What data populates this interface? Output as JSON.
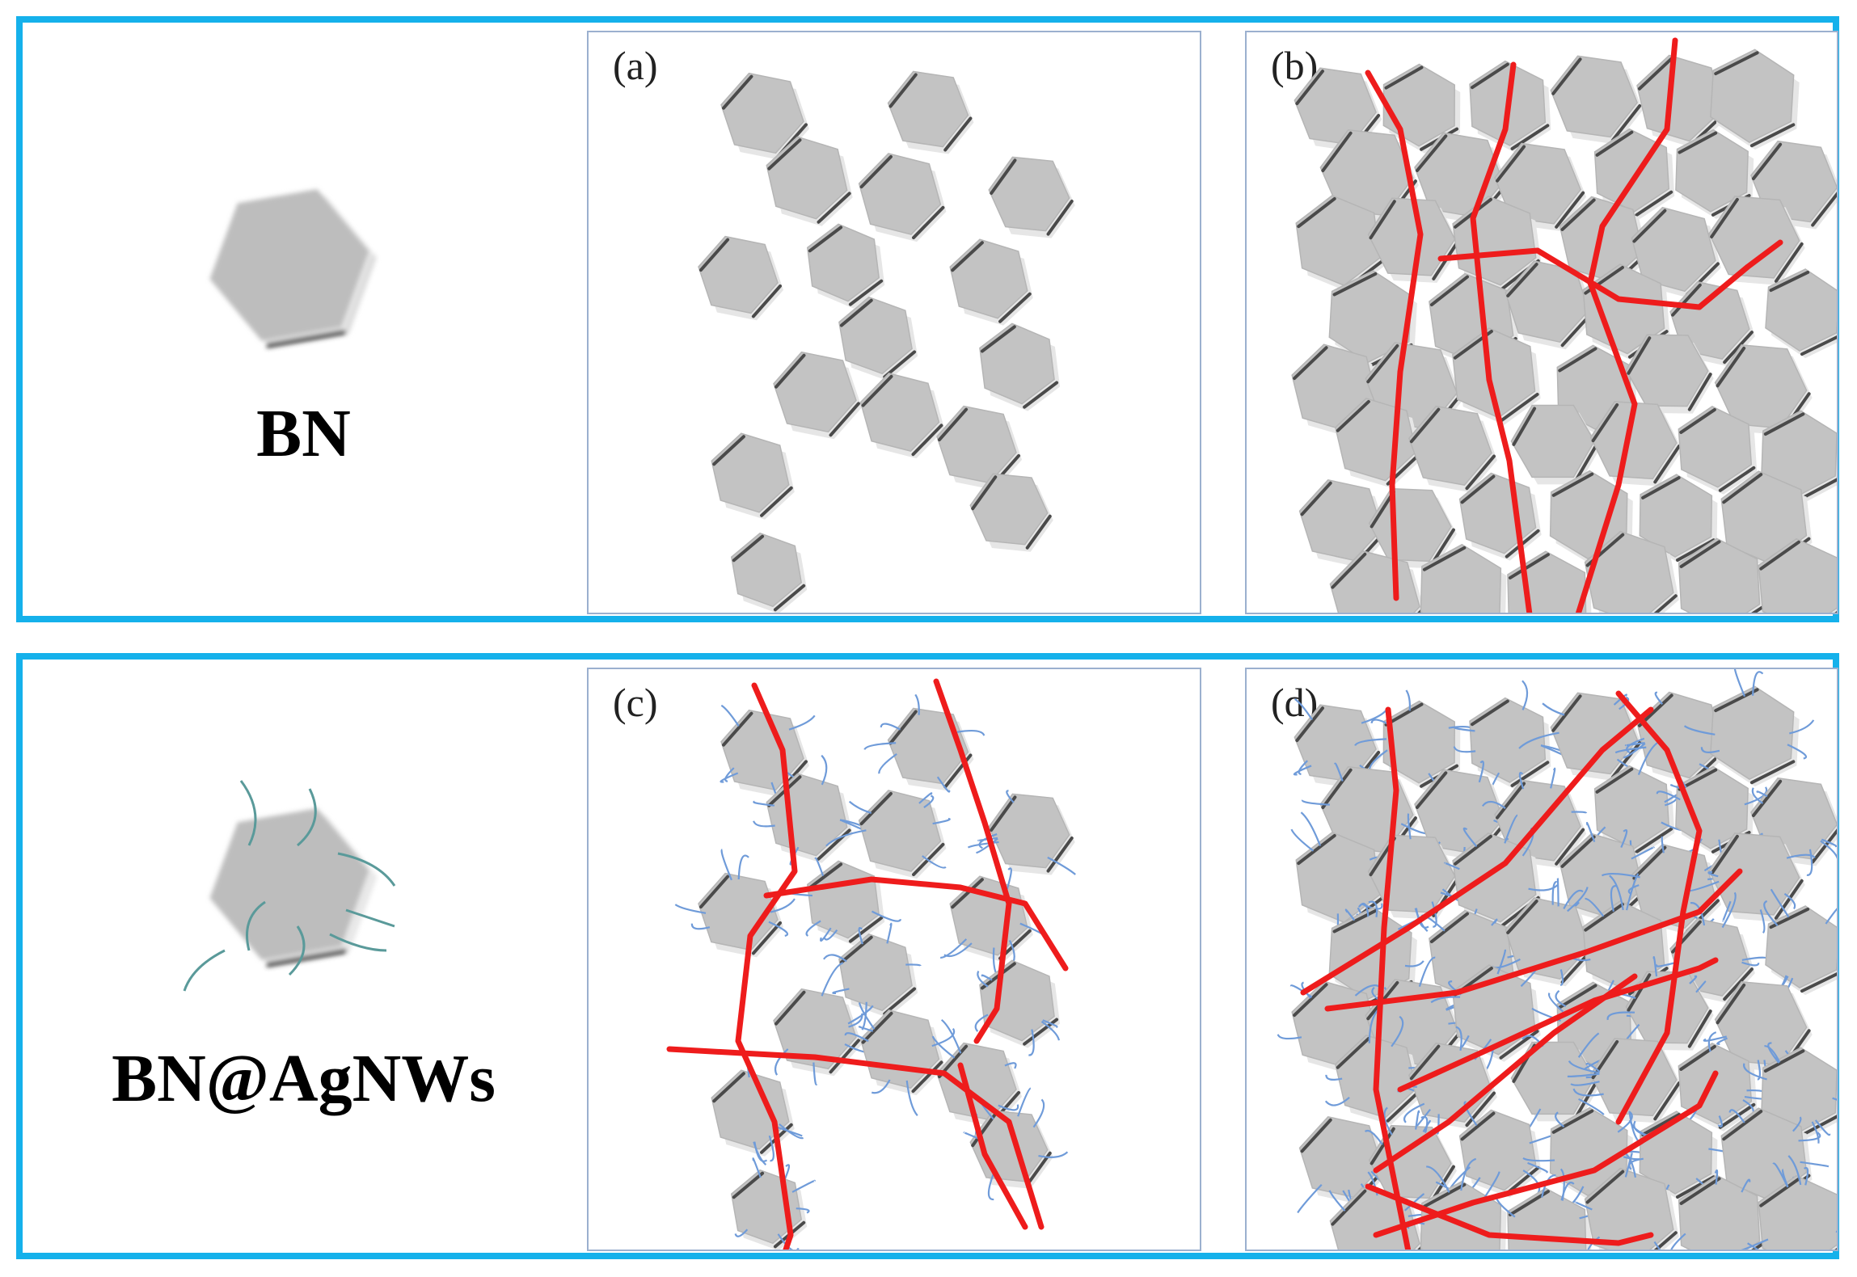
{
  "figure": {
    "rows": [
      {
        "legend_label": "BN",
        "panels": [
          {
            "letter": "(a)",
            "ag_decorated": false,
            "networks": false
          },
          {
            "letter": "(b)",
            "ag_decorated": false,
            "networks": true
          }
        ]
      },
      {
        "legend_label": "BN@AgNWs",
        "panels": [
          {
            "letter": "(c)",
            "ag_decorated": true,
            "networks": true
          },
          {
            "letter": "(d)",
            "ag_decorated": true,
            "networks": true
          }
        ]
      }
    ],
    "colors": {
      "frame": "#15b1eb",
      "panel_border": "#9bb0cf",
      "platelet_fill": "#c3c3c3",
      "platelet_edge": "#4a4a4a",
      "heat_path": "#ee1c1c",
      "nanowire": "#6f9bd9",
      "legend_nanowire": "#5a9a9a"
    }
  }
}
